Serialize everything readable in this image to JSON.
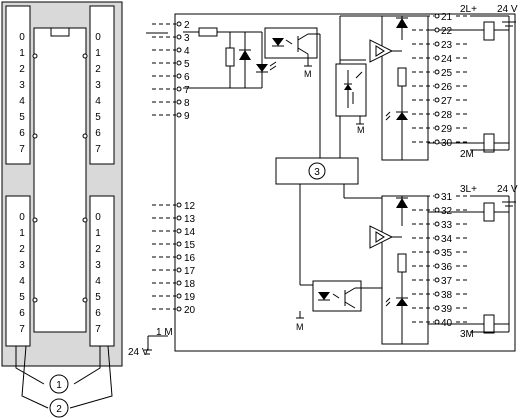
{
  "module": {
    "left_labels_top": [
      "0",
      "1",
      "2",
      "3",
      "4",
      "5",
      "6",
      "7"
    ],
    "left_labels_bottom": [
      "0",
      "1",
      "2",
      "3",
      "4",
      "5",
      "6",
      "7"
    ],
    "right_labels_top": [
      "0",
      "1",
      "2",
      "3",
      "4",
      "5",
      "6",
      "7"
    ],
    "right_labels_bottom": [
      "0",
      "1",
      "2",
      "3",
      "4",
      "5",
      "6",
      "7"
    ],
    "callouts": [
      "1",
      "2"
    ]
  },
  "inputs": {
    "terminals_top": [
      "2",
      "3",
      "4",
      "5",
      "6",
      "7",
      "8",
      "9"
    ],
    "terminals_bottom": [
      "12",
      "13",
      "14",
      "15",
      "16",
      "17",
      "18",
      "19",
      "20"
    ],
    "supply_label": "24 V",
    "common_label": "1 M",
    "ground_label": "M",
    "ground_label_bottom": "M"
  },
  "center_block": {
    "label": "3"
  },
  "outputs": {
    "group1_terminals": [
      "21",
      "22",
      "23",
      "24",
      "25",
      "26",
      "27",
      "28",
      "29",
      "30"
    ],
    "group1_plus": "2L+",
    "group1_minus": "2M",
    "group1_supply": "24 V",
    "group2_terminals": [
      "31",
      "32",
      "33",
      "34",
      "35",
      "36",
      "37",
      "38",
      "39",
      "40"
    ],
    "group2_plus": "3L+",
    "group2_minus": "3M",
    "group2_supply": "24 V",
    "mid_ground_label": "M"
  }
}
